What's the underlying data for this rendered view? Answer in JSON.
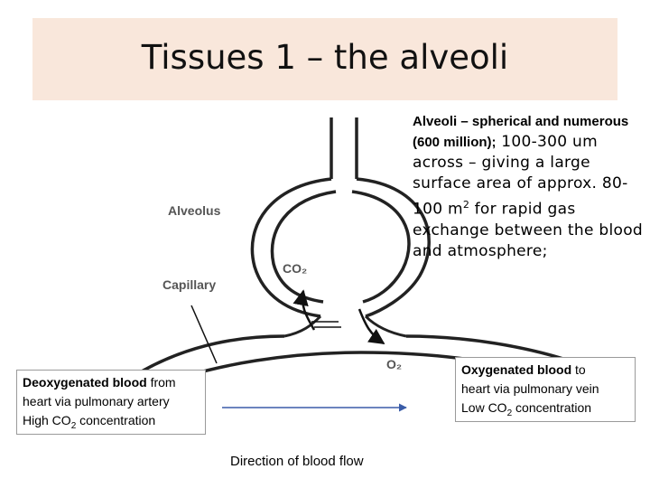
{
  "title": "Tissues 1 – the alveoli",
  "description": {
    "bold": "Alveoli – spherical and numerous (600 million);",
    "rest_before_sup": " 100-300 um across – giving a large surface area of approx. 80-100 m",
    "sup": "2",
    "rest_after_sup": " for rapid gas exchange between the blood and atmosphere;"
  },
  "diagram_labels": {
    "alveolus": "Alveolus",
    "capillary": "Capillary",
    "co2": "CO₂",
    "o2": "O₂"
  },
  "left_box": {
    "bold": "Deoxygenated blood",
    "line1_rest": " from",
    "line2": "heart via pulmonary artery",
    "line3_pre": "High CO",
    "line3_sub": "2",
    "line3_post": " concentration"
  },
  "right_box": {
    "bold": "Oxygenated blood",
    "line1_rest": " to",
    "line2": "heart via pulmonary vein",
    "line3_pre": "Low CO",
    "line3_sub": "2",
    "line3_post": " concentration"
  },
  "flow_label": "Direction of blood flow",
  "colors": {
    "title_band": "#f9e7db",
    "flow_arrow": "#3a5ca8"
  }
}
